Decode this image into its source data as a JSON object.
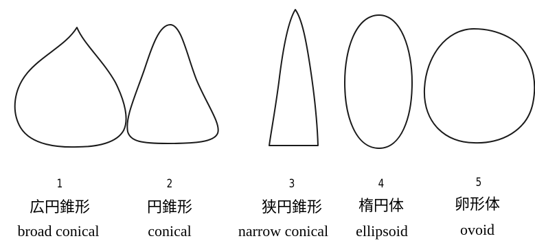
{
  "shapes": [
    {
      "number": "1",
      "japanese": "広円錐形",
      "english": "broad conical",
      "icon": "broad-conical-icon"
    },
    {
      "number": "2",
      "japanese": "円錐形",
      "english": "conical",
      "icon": "conical-icon"
    },
    {
      "number": "3",
      "japanese": "狭円錐形",
      "english": "narrow conical",
      "icon": "narrow-conical-icon"
    },
    {
      "number": "4",
      "japanese": "楕円体",
      "english": "ellipsoid",
      "icon": "ellipsoid-icon"
    },
    {
      "number": "5",
      "japanese": "卵形体",
      "english": "ovoid",
      "icon": "ovoid-icon"
    }
  ]
}
